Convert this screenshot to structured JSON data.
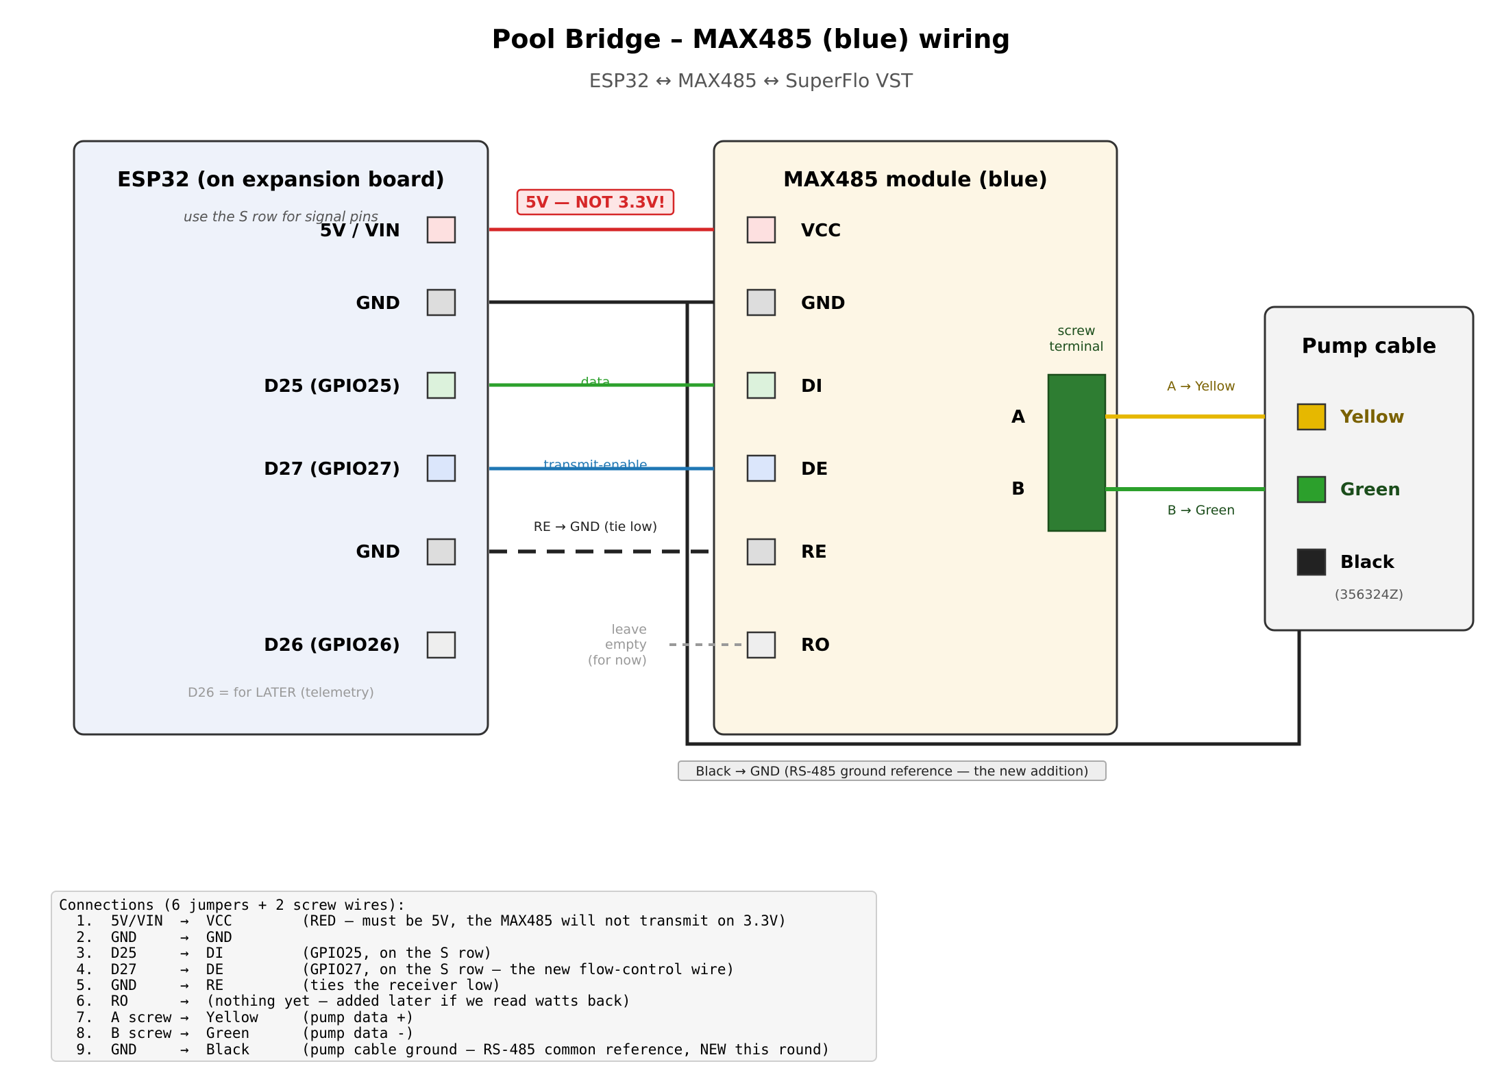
{
  "title": "Pool Bridge – MAX485 (blue) wiring",
  "subtitle": "ESP32  ↔  MAX485  ↔  SuperFlo VST",
  "esp32": {
    "title": "ESP32  (on expansion board)",
    "note": "use the  S  row for signal pins",
    "footnote": "D26 = for LATER (telemetry)",
    "pins": [
      "5V / VIN",
      "GND",
      "D25  (GPIO25)",
      "D27  (GPIO27)",
      "GND",
      "D26  (GPIO26)"
    ]
  },
  "max485": {
    "title": "MAX485 module (blue)",
    "pins": [
      "VCC",
      "GND",
      "DI",
      "DE",
      "RE",
      "RO"
    ],
    "screw_terminal_label": [
      "screw",
      "terminal"
    ],
    "terminal_a": "A",
    "terminal_b": "B"
  },
  "pump": {
    "title": "Pump cable",
    "wires": [
      "Yellow",
      "Green",
      "Black"
    ],
    "part_number": "(356324Z)"
  },
  "wire_labels": {
    "power_warning": "5V  — NOT 3.3V!",
    "data": "data",
    "transmit_enable": "transmit-enable",
    "re_gnd": "RE → GND  (tie low)",
    "leave_empty": [
      "leave",
      "empty",
      "(for now)"
    ],
    "a_yellow": "A → Yellow",
    "b_green": "B → Green",
    "black_gnd": "Black → GND  (RS-485 ground reference — the new addition)"
  },
  "colors": {
    "red": "#d62728",
    "black": "#222222",
    "green": "#2ca02c",
    "blue": "#1f77b4",
    "yellow": "#e6b800",
    "gray": "#999999",
    "terminal_green": "#2e7d32"
  },
  "connections": {
    "header": "Connections (6 jumpers + 2 screw wires):",
    "lines": [
      "  1.  5V/VIN  →  VCC        (RED — must be 5V, the MAX485 will not transmit on 3.3V)",
      "  2.  GND     →  GND",
      "  3.  D25     →  DI         (GPIO25, on the S row)",
      "  4.  D27     →  DE         (GPIO27, on the S row — the new flow-control wire)",
      "  5.  GND     →  RE         (ties the receiver low)",
      "  6.  RO      →  (nothing yet — added later if we read watts back)",
      "  7.  A screw →  Yellow     (pump data +)",
      "  8.  B screw →  Green      (pump data -)",
      "  9.  GND     →  Black      (pump cable ground — RS-485 common reference, NEW this round)"
    ]
  }
}
